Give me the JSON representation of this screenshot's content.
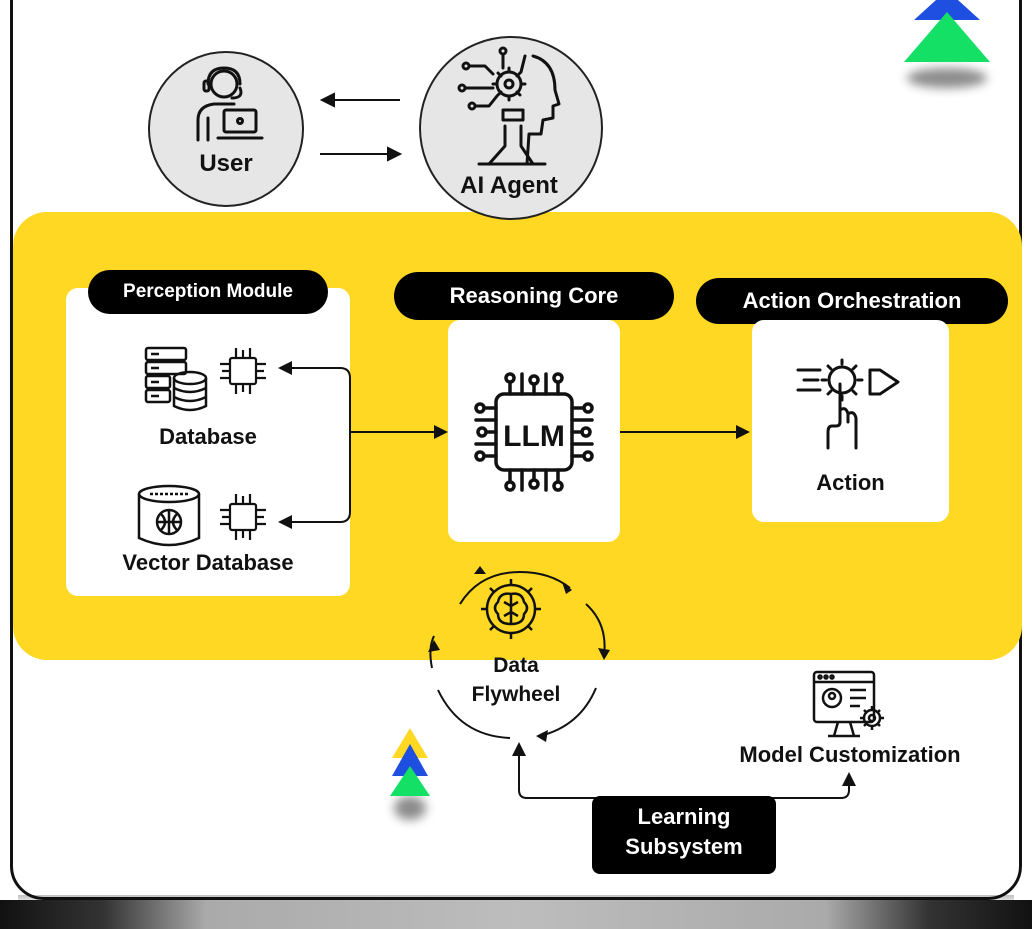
{
  "diagram": {
    "user": {
      "label": "User"
    },
    "agent": {
      "label": "AI Agent"
    },
    "perception": {
      "title": "Perception Module",
      "items": [
        {
          "label": "Database",
          "icon": "database-server-icon"
        },
        {
          "label": "Vector Database",
          "icon": "vector-database-icon"
        }
      ]
    },
    "reasoning": {
      "title": "Reasoning Core",
      "chip_label": "LLM"
    },
    "action": {
      "title": "Action Orchestration",
      "label": "Action"
    },
    "flywheel": {
      "label_line1": "Data",
      "label_line2": "Flywheel"
    },
    "model_customization": {
      "label": "Model Customization"
    },
    "learning": {
      "line1": "Learning",
      "line2": "Subsystem"
    }
  },
  "colors": {
    "yellow": "#fed823",
    "blue": "#1f4fe0",
    "green": "#14e066",
    "black": "#000000",
    "circle_fill": "#e6e6e6"
  }
}
